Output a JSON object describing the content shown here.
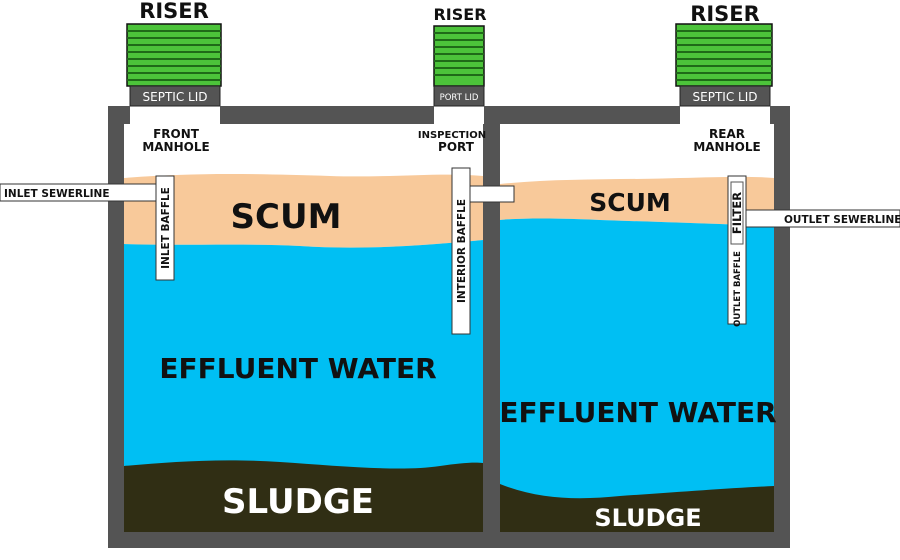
{
  "risers": {
    "left": "RISER",
    "middle": "RISER",
    "right": "RISER"
  },
  "lids": {
    "left": "SEPTIC LID",
    "middle": "PORT LID",
    "right": "SEPTIC LID"
  },
  "openings": {
    "front_manhole_line1": "FRONT",
    "front_manhole_line2": "MANHOLE",
    "inspection_port_line1": "INSPECTION",
    "inspection_port_line2": "PORT",
    "rear_manhole_line1": "REAR",
    "rear_manhole_line2": "MANHOLE"
  },
  "pipes": {
    "inlet": "INLET SEWERLINE",
    "outlet": "OUTLET SEWERLINE"
  },
  "baffles": {
    "inlet": "INLET BAFFLE",
    "interior": "INTERIOR BAFFLE",
    "filter": "FILTER",
    "outlet": "OUTLET BAFFLE"
  },
  "layers": {
    "scum_left": "SCUM",
    "scum_right": "SCUM",
    "effluent_left": "EFFLUENT WATER",
    "effluent_right": "EFFLUENT WATER",
    "sludge_left": "SLUDGE",
    "sludge_right": "SLUDGE"
  },
  "colors": {
    "riser_green": "#4cc33a",
    "tank_wall": "#545454",
    "scum": "#f8c99a",
    "effluent": "#00bff3",
    "sludge": "#302e14"
  }
}
